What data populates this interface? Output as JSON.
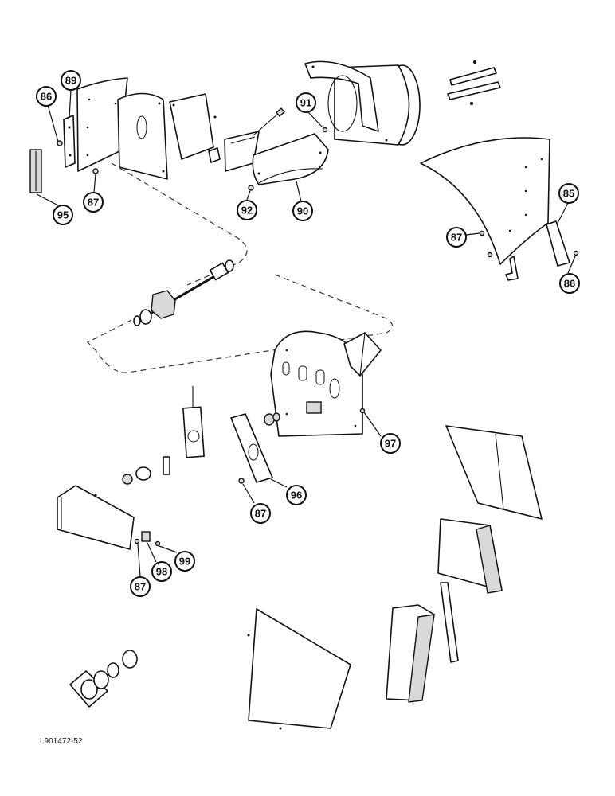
{
  "figure_reference": "L901472-52",
  "callouts": {
    "c86a": "86",
    "c89": "89",
    "c87a": "87",
    "c95": "95",
    "c91": "91",
    "c92": "92",
    "c90": "90",
    "c85": "85",
    "c87b": "87",
    "c86b": "86",
    "c97": "97",
    "c96": "96",
    "c87c": "87",
    "c99": "99",
    "c98": "98",
    "c87d": "87"
  }
}
